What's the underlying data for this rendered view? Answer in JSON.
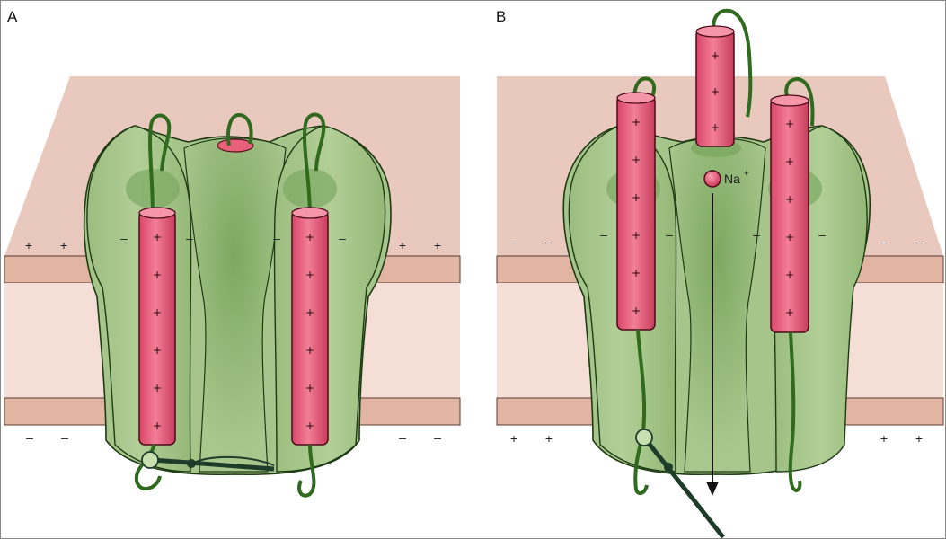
{
  "panels": [
    {
      "label": "A",
      "state": "closed"
    },
    {
      "label": "B",
      "state": "open"
    }
  ],
  "ion": {
    "label": "Na",
    "charge": "+"
  },
  "charges": {
    "plus": "+",
    "minus": "–"
  },
  "colors": {
    "membrane_top": "#e8c8bc",
    "membrane_band": "#e2b6a4",
    "membrane_core": "#f3ddd4",
    "channel": "#a5c48a",
    "channel_dark": "#7faa64",
    "channel_outline": "#1e3a14",
    "helix": "#e8607a",
    "helix_dark": "#c23a58",
    "loop": "#2f6a1e",
    "gate_ball": "#c8dfb0",
    "gate_stick": "#1d3d2a"
  }
}
